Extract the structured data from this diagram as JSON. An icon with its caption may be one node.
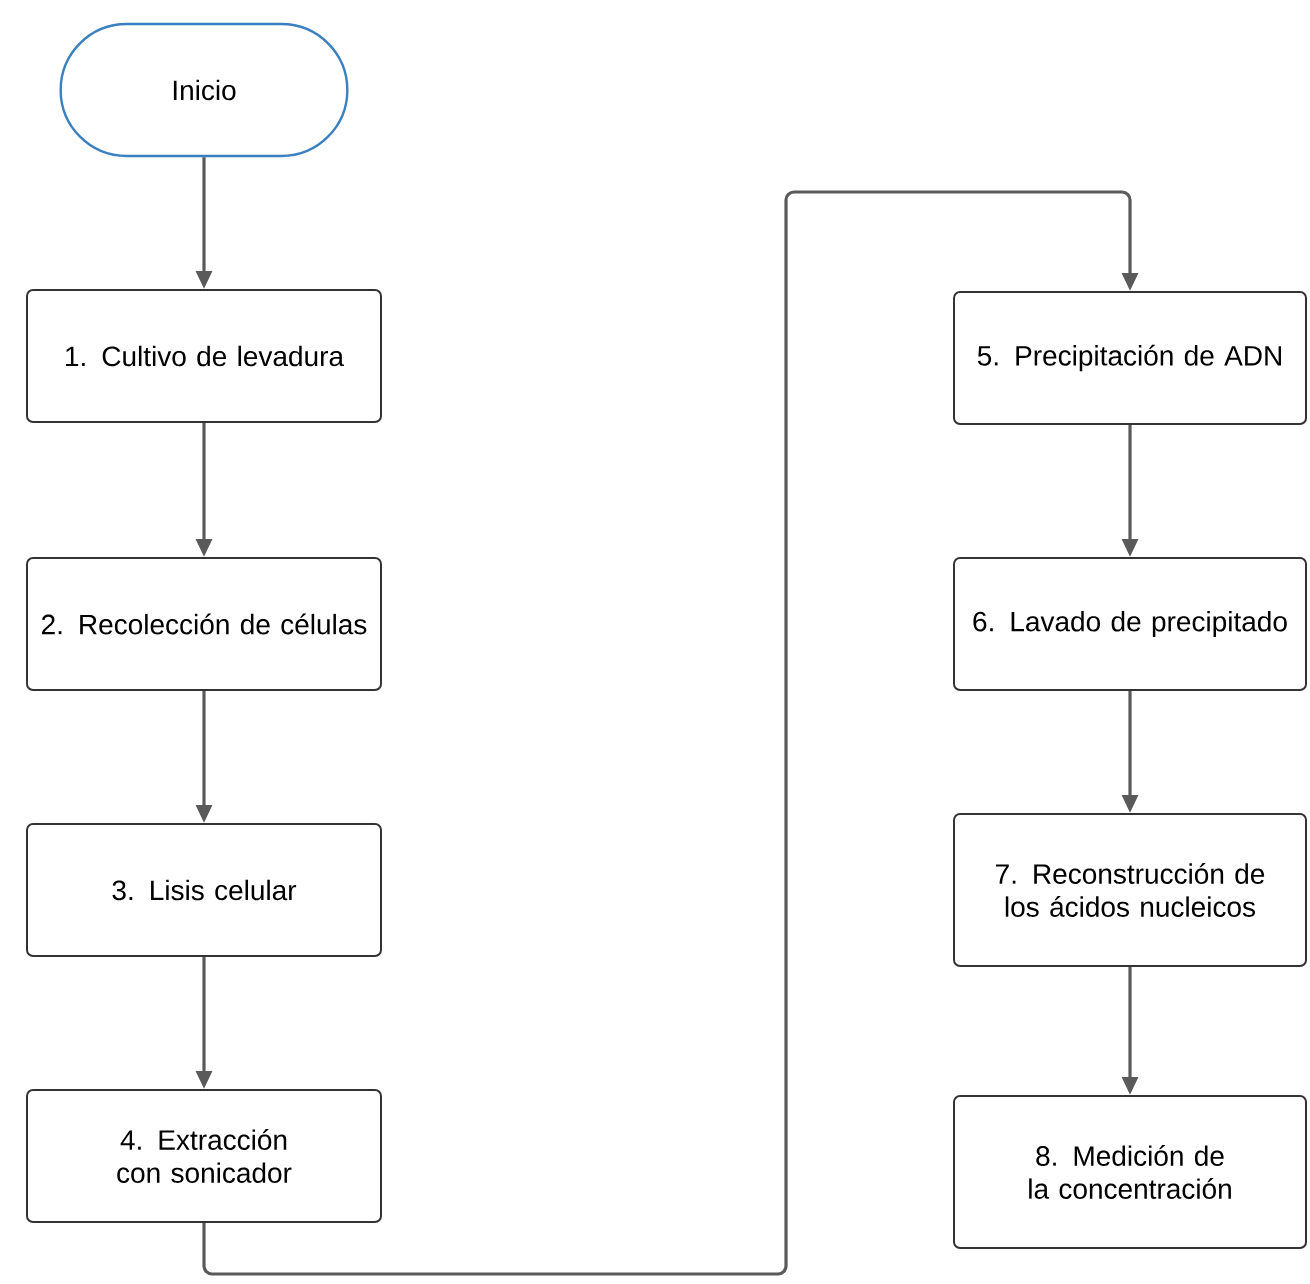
{
  "diagram": {
    "nodes": [
      {
        "text": [
          "Inicio"
        ]
      },
      {
        "text": [
          "1. Cultivo de levadura"
        ]
      },
      {
        "text": [
          "2. Recolección de células"
        ]
      },
      {
        "text": [
          "3. Lisis celular"
        ]
      },
      {
        "text": [
          "4. Extracción con sonicador"
        ]
      },
      {
        "text": [
          "5. Precipitación de ADN"
        ]
      },
      {
        "text": [
          "6. Lavado de precipitado"
        ]
      },
      {
        "text": [
          "7. Reconstrucción de los ácidos nucleicos"
        ]
      },
      {
        "text": [
          "8. Medición de la concentración"
        ]
      }
    ],
    "edges": [
      {
        "from": 0,
        "to": 1,
        "arrow": "to"
      },
      {
        "from": 1,
        "to": 2,
        "arrow": "to"
      },
      {
        "from": 2,
        "to": 3,
        "arrow": "to"
      },
      {
        "from": 3,
        "to": 4,
        "arrow": "to"
      },
      {
        "from": 4,
        "to": 5,
        "arrow": "to"
      },
      {
        "from": 5,
        "to": 6,
        "arrow": "to"
      },
      {
        "from": 6,
        "to": 7,
        "arrow": "to"
      },
      {
        "from": 7,
        "to": 8,
        "arrow": "to"
      }
    ]
  }
}
